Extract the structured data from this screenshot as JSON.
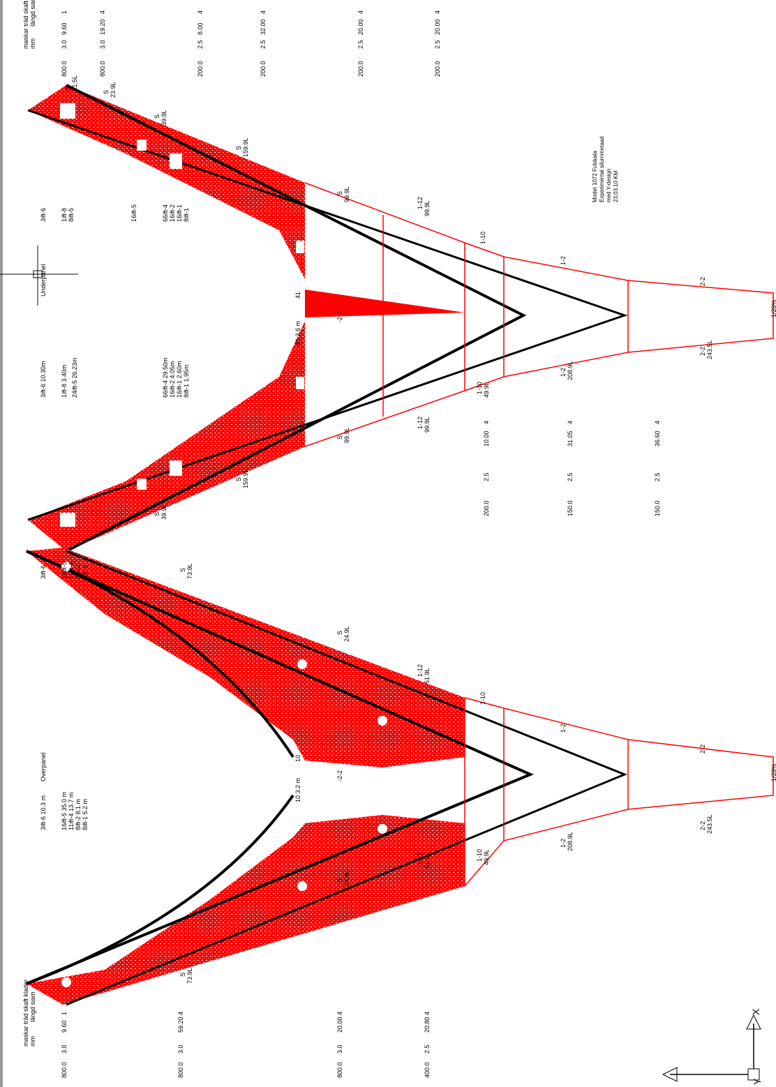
{
  "colors": {
    "fill": "#ff0000",
    "stroke": "#000000",
    "outline": "#ff0000"
  },
  "header_top": {
    "col1": "maskar träd skaft klader",
    "col1b": "mm",
    "col2": "längd siam",
    "rows": [
      [
        "800.0",
        "3.0",
        "9.60",
        "1"
      ],
      [
        "800.0",
        "3.0",
        "19.20",
        "4"
      ],
      [
        "200.0",
        "2.5",
        "8.00",
        "4"
      ],
      [
        "200.0",
        "2.5",
        "32.00",
        "4"
      ],
      [
        "200.0",
        "2.5",
        "20.00",
        "4"
      ],
      [
        "200.0",
        "2.5",
        "20.00",
        "4"
      ]
    ]
  },
  "header_bottom": {
    "col1": "maskar träd skaft klader",
    "col1b": "mm",
    "col2": "längd siam",
    "rows": [
      [
        "800.0",
        "3.0",
        "9.60",
        "1"
      ],
      [
        "800.0",
        "3.0",
        "59.20",
        "4"
      ],
      [
        "800.0",
        "3.0",
        "20.00",
        "4"
      ],
      [
        "400.0",
        "2.5",
        "20.80",
        "4"
      ]
    ]
  },
  "underpanel": {
    "title": "Underpanel",
    "rope_a": "3ift-6  10.30m",
    "rope_b": "1ift-8      3.40m",
    "rope_c": "24ift-5  26.23m",
    "rope_d": [
      "66ift-4  29.50m",
      "16ift-2    4.05m",
      "16ift-1    2.60m",
      "8ift-1      1.95m"
    ],
    "rope_top_a": "3ift-6",
    "rope_top_b": [
      "1ift-8",
      "8ift-5"
    ],
    "rope_top_c": "16ift-5",
    "rope_top_d": [
      "66ift-4",
      "16ift-2",
      "16ift-1",
      "8ift-1"
    ],
    "center_label": "-2-2",
    "gap_label": "41  3.6 m",
    "gap_label2": "41",
    "mid_rows": [
      [
        "200.0",
        "2.5",
        "10.00",
        "4"
      ],
      [
        "150.0",
        "2.5",
        "31.05",
        "4"
      ],
      [
        "150.0",
        "2.5",
        "36.60",
        "4"
      ]
    ]
  },
  "overpanel": {
    "title": "Overpanel",
    "rope_a": "3ift-6  10.3 m",
    "rope_b": [
      "16ift-5    35.0 m",
      "11ift-4    13.7 m",
      "8ift-2       8.1 m",
      "8ift-1       5.2 m"
    ],
    "rope_top_a": "3ift-6",
    "rope_top_b": [
      "16ift-5",
      "11ift-4",
      "8ift-2",
      "8ift-1"
    ],
    "center_label": "-2-2",
    "gap_label": "10  3.2 m",
    "gap_label2": "10"
  },
  "section_labels": {
    "S": "S",
    "s1": "11.5L",
    "s2": "23.9L",
    "s3": "39.9L",
    "s4": "159.9L",
    "s5": "99.9L",
    "r12": "1-12",
    "r12v": "99.9L",
    "r110": "1-10",
    "r110v": "49.9L",
    "r2": "1-2",
    "r2v": "208.9L",
    "r22": "2-2",
    "r22v": "243.5L",
    "o73": "73.9L",
    "o24": "24.9L",
    "o51": "51.9L",
    "tip": "1/28%"
  },
  "note": [
    "Model 1072 Fulskala",
    "Experimental silurnmetaad",
    "med Y-design",
    "23.03.10 KM"
  ],
  "axis": {
    "x": "X",
    "y": "Y"
  }
}
